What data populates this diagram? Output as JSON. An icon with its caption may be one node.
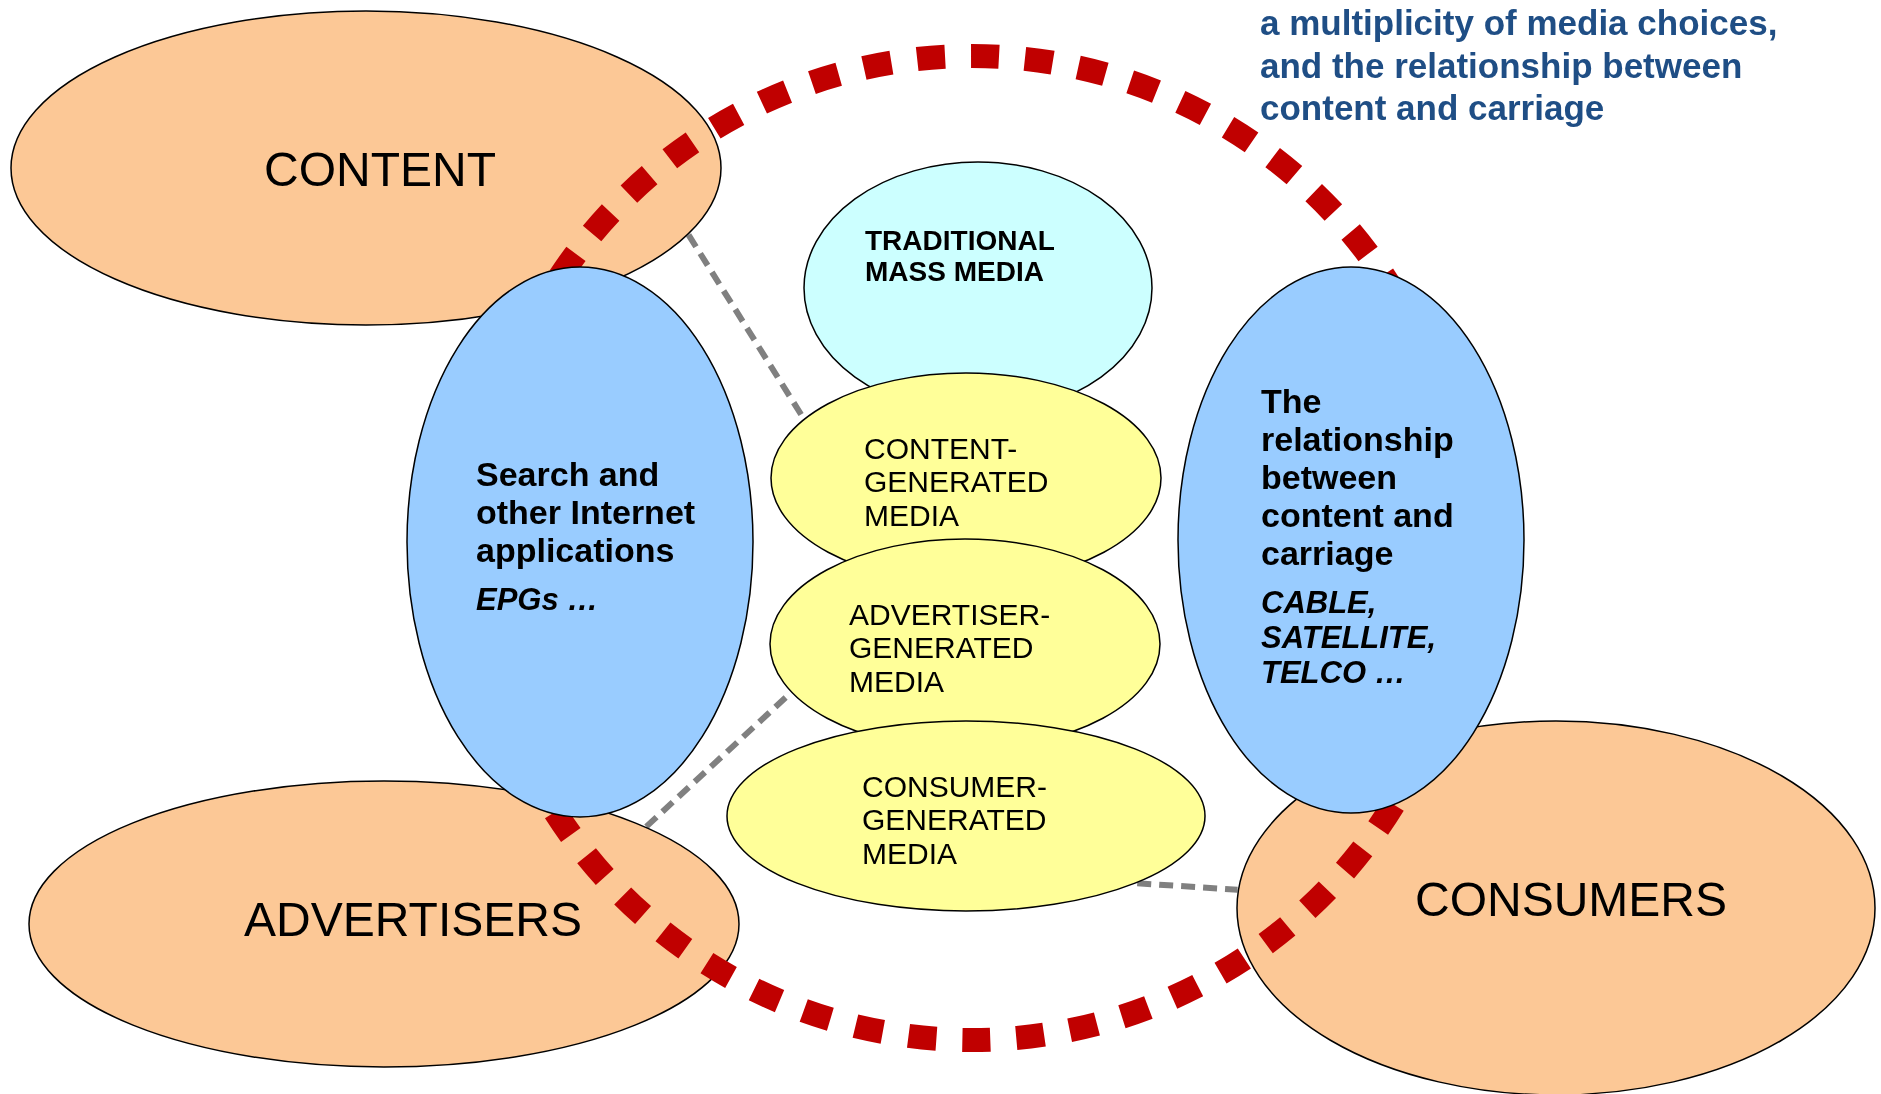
{
  "diagram": {
    "nodes": [
      {
        "text": [
          "CONTENT"
        ]
      },
      {
        "text": [
          "ADVERTISERS"
        ]
      },
      {
        "text": [
          "CONSUMERS"
        ]
      },
      {
        "text": [
          "Search and other Internet applications",
          "EPGs …"
        ]
      },
      {
        "text": [
          "The relationship between content and carriage",
          "CABLE, SATELLITE, TELCO …"
        ]
      },
      {
        "text": [
          "TRADITIONAL MASS MEDIA"
        ]
      },
      {
        "text": [
          "CONTENT-GENERATED MEDIA"
        ]
      },
      {
        "text": [
          "ADVERTISER-GENERATED MEDIA"
        ]
      },
      {
        "text": [
          "CONSUMER-GENERATED MEDIA"
        ]
      }
    ],
    "edges": [
      {
        "from": 0,
        "to": 6,
        "arrow": "none",
        "style": "dashed"
      },
      {
        "from": 1,
        "to": 7,
        "arrow": "none",
        "style": "dashed"
      },
      {
        "from": 8,
        "to": 2,
        "arrow": "none",
        "style": "dashed"
      }
    ],
    "labels": [
      "a multiplicity of media choices, and the relationship between content and carriage"
    ]
  }
}
